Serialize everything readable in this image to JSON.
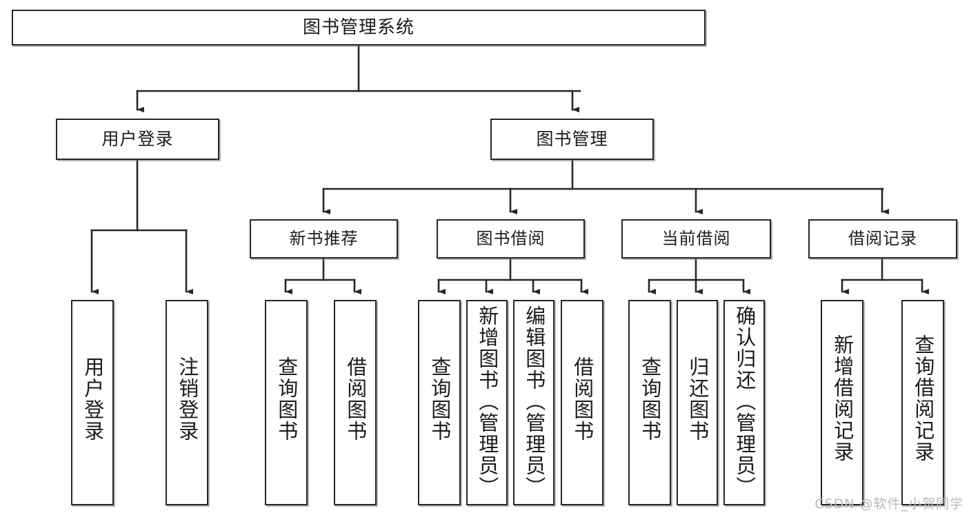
{
  "diagram": {
    "type": "hierarchy-tree",
    "title": "图书管理系统",
    "watermark": "CSDN @软件_小贺同学",
    "colors": {
      "stroke": "#262626",
      "fill": "#ffffff",
      "text": "#1b1b1b",
      "shadow": "#787878",
      "watermark": "#b9b9b9"
    },
    "root": {
      "label": "图书管理系统"
    },
    "level2": [
      {
        "label": "用户登录"
      },
      {
        "label": "图书管理"
      }
    ],
    "level3": [
      {
        "label": "新书推荐"
      },
      {
        "label": "图书借阅"
      },
      {
        "label": "当前借阅"
      },
      {
        "label": "借阅记录"
      }
    ],
    "leaves": {
      "user_login": [
        {
          "label": "用户登录"
        },
        {
          "label": "注销登录"
        }
      ],
      "new_book_recommend": [
        {
          "label": "查询图书"
        },
        {
          "label": "借阅图书"
        }
      ],
      "book_borrow": [
        {
          "label": "查询图书"
        },
        {
          "label": "新增图书（管理员）"
        },
        {
          "label": "编辑图书（管理员）"
        },
        {
          "label": "借阅图书"
        }
      ],
      "current_borrow": [
        {
          "label": "查询图书"
        },
        {
          "label": "归还图书"
        },
        {
          "label": "确认归还（管理员）"
        }
      ],
      "borrow_record": [
        {
          "label": "新增借阅记录"
        },
        {
          "label": "查询借阅记录"
        }
      ]
    }
  }
}
